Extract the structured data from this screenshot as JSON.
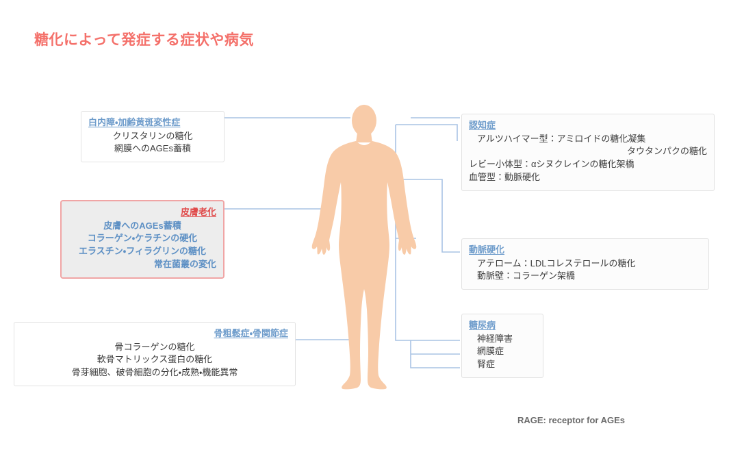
{
  "title": "糖化によって発症する症状や病気",
  "colors": {
    "title_red": "#F4706A",
    "heading_blue": "#6E9CCB",
    "heading_red": "#E04A4A",
    "body_text": "#3A3A3A",
    "highlight_border": "#F0A5A5",
    "highlight_background": "#EDEDED",
    "connector_line": "#A9C3E4",
    "silhouette": "#F8CBA8"
  },
  "figure": {
    "silhouette_name": "human-body-silhouette"
  },
  "boxes": {
    "eye": {
      "heading": "白内障・加齢黄斑変性症",
      "lines": [
        "クリスタリンの糖化",
        "網膜へのAGEs蓄積"
      ]
    },
    "skin": {
      "heading": "皮膚老化",
      "lines": [
        "皮膚へのAGEs蓄積",
        "コラーゲン・ケラチンの硬化",
        "エラスチン・フィラグリンの糖化",
        "常在菌叢の変化"
      ]
    },
    "bone": {
      "heading": "骨粗鬆症・骨関節症",
      "lines": [
        "骨コラーゲンの糖化",
        "軟骨マトリックス蛋白の糖化",
        "骨芽細胞、破骨細胞の分化・成熟・機能異常"
      ]
    },
    "dementia": {
      "heading": "認知症",
      "lines": [
        "アルツハイマー型：アミロイドの糖化凝集",
        "タウタンパクの糖化",
        "レビー小体型：αシヌクレインの糖化架橋",
        "血管型：動脈硬化"
      ]
    },
    "atherosclerosis": {
      "heading": "動脈硬化",
      "lines": [
        "アテローム：LDLコレステロールの糖化",
        "動脈壁：コラーゲン架橋"
      ]
    },
    "diabetes": {
      "heading": "糖尿病",
      "lines": [
        "神経障害",
        "網膜症",
        "腎症"
      ]
    }
  },
  "footnote": "RAGE: receptor for AGEs"
}
